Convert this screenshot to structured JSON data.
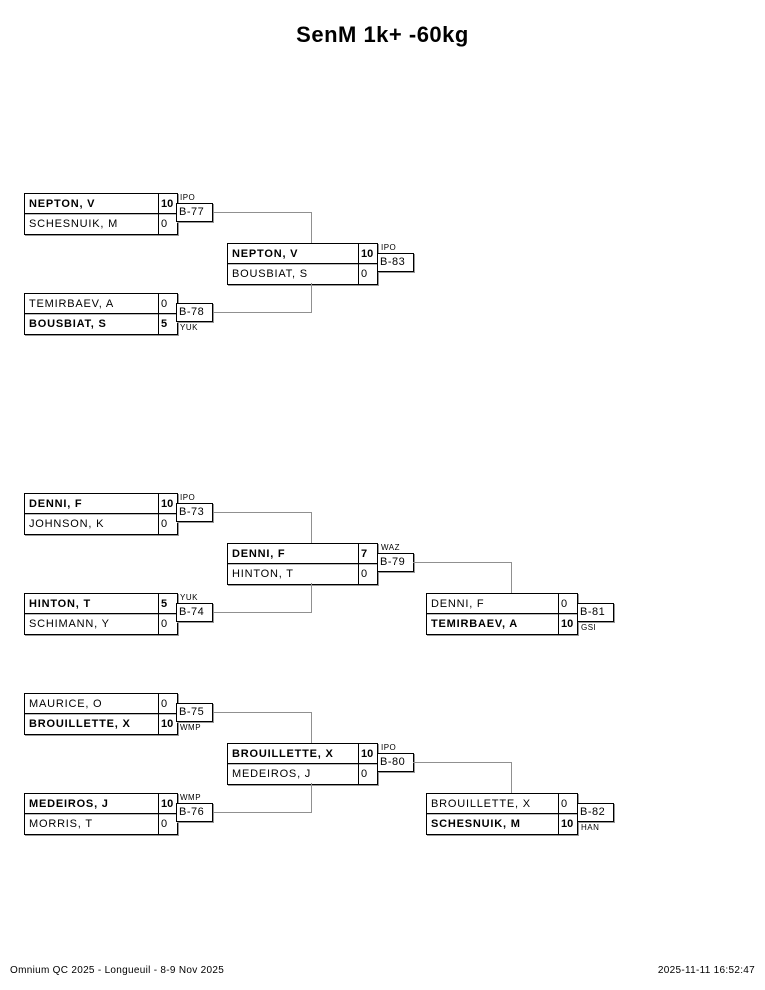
{
  "title": "SenM 1k+ -60kg",
  "footer": {
    "left": "Omnium QC 2025 - Longueuil - 8-9 Nov 2025",
    "right": "2025-11-11 16:52:47"
  },
  "colors": {
    "box_border": "#000000",
    "box_shadow": "#999999",
    "connector": "#909090",
    "text": "#000000",
    "background": "#ffffff"
  },
  "bracket": {
    "matches": {
      "b77": {
        "code": "B-77",
        "result_label": "IPO",
        "top": {
          "name": "NEPTON, V",
          "score": "10",
          "winner": true
        },
        "bottom": {
          "name": "SCHESNUIK, M",
          "score": "0",
          "winner": false
        }
      },
      "b78": {
        "code": "B-78",
        "result_label": "YUK",
        "top": {
          "name": "TEMIRBAEV, A",
          "score": "0",
          "winner": false
        },
        "bottom": {
          "name": "BOUSBIAT, S",
          "score": "5",
          "winner": true
        }
      },
      "b83": {
        "code": "B-83",
        "result_label": "IPO",
        "top": {
          "name": "NEPTON, V",
          "score": "10",
          "winner": true
        },
        "bottom": {
          "name": "BOUSBIAT, S",
          "score": "0",
          "winner": false
        }
      },
      "b73": {
        "code": "B-73",
        "result_label": "IPO",
        "top": {
          "name": "DENNI, F",
          "score": "10",
          "winner": true
        },
        "bottom": {
          "name": "JOHNSON, K",
          "score": "0",
          "winner": false
        }
      },
      "b74": {
        "code": "B-74",
        "result_label": "YUK",
        "top": {
          "name": "HINTON, T",
          "score": "5",
          "winner": true
        },
        "bottom": {
          "name": "SCHIMANN, Y",
          "score": "0",
          "winner": false
        }
      },
      "b79": {
        "code": "B-79",
        "result_label": "WAZ",
        "top": {
          "name": "DENNI, F",
          "score": "7",
          "winner": true
        },
        "bottom": {
          "name": "HINTON, T",
          "score": "0",
          "winner": false
        }
      },
      "b81": {
        "code": "B-81",
        "result_label": "GSI",
        "top": {
          "name": "DENNI, F",
          "score": "0",
          "winner": false
        },
        "bottom": {
          "name": "TEMIRBAEV, A",
          "score": "10",
          "winner": true
        }
      },
      "b75": {
        "code": "B-75",
        "result_label": "WMP",
        "top": {
          "name": "MAURICE, O",
          "score": "0",
          "winner": false
        },
        "bottom": {
          "name": "BROUILLETTE, X",
          "score": "10",
          "winner": true
        }
      },
      "b76": {
        "code": "B-76",
        "result_label": "WMP",
        "top": {
          "name": "MEDEIROS, J",
          "score": "10",
          "winner": true
        },
        "bottom": {
          "name": "MORRIS, T",
          "score": "0",
          "winner": false
        }
      },
      "b80": {
        "code": "B-80",
        "result_label": "IPO",
        "top": {
          "name": "BROUILLETTE, X",
          "score": "10",
          "winner": true
        },
        "bottom": {
          "name": "MEDEIROS, J",
          "score": "0",
          "winner": false
        }
      },
      "b82": {
        "code": "B-82",
        "result_label": "HAN",
        "top": {
          "name": "BROUILLETTE, X",
          "score": "0",
          "winner": false
        },
        "bottom": {
          "name": "SCHESNUIK, M",
          "score": "10",
          "winner": true
        }
      }
    }
  }
}
